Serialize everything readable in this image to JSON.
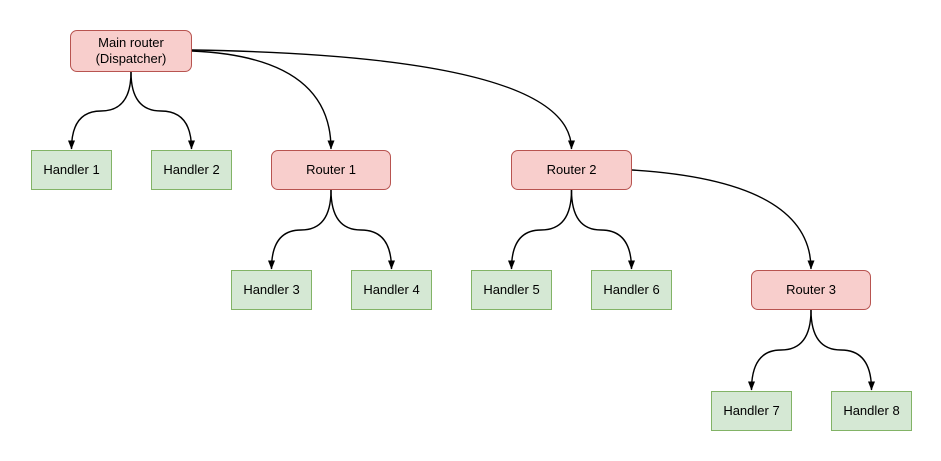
{
  "diagram": {
    "type": "tree",
    "background": "#ffffff",
    "colors": {
      "router_fill": "#f8cecc",
      "router_border": "#b85450",
      "handler_fill": "#d5e8d4",
      "handler_border": "#82b366",
      "edge": "#000000",
      "text": "#000000"
    },
    "nodes": [
      {
        "id": "main-router",
        "type": "router",
        "label": "Main router\n(Dispatcher)"
      },
      {
        "id": "handler-1",
        "type": "handler",
        "label": "Handler 1"
      },
      {
        "id": "handler-2",
        "type": "handler",
        "label": "Handler 2"
      },
      {
        "id": "router-1",
        "type": "router",
        "label": "Router 1"
      },
      {
        "id": "router-2",
        "type": "router",
        "label": "Router 2"
      },
      {
        "id": "handler-3",
        "type": "handler",
        "label": "Handler 3"
      },
      {
        "id": "handler-4",
        "type": "handler",
        "label": "Handler 4"
      },
      {
        "id": "handler-5",
        "type": "handler",
        "label": "Handler 5"
      },
      {
        "id": "handler-6",
        "type": "handler",
        "label": "Handler 6"
      },
      {
        "id": "router-3",
        "type": "router",
        "label": "Router 3"
      },
      {
        "id": "handler-7",
        "type": "handler",
        "label": "Handler 7"
      },
      {
        "id": "handler-8",
        "type": "handler",
        "label": "Handler 8"
      }
    ],
    "edges": [
      {
        "from": "main-router",
        "to": "handler-1"
      },
      {
        "from": "main-router",
        "to": "handler-2"
      },
      {
        "from": "main-router",
        "to": "router-1"
      },
      {
        "from": "main-router",
        "to": "router-2"
      },
      {
        "from": "router-1",
        "to": "handler-3"
      },
      {
        "from": "router-1",
        "to": "handler-4"
      },
      {
        "from": "router-2",
        "to": "handler-5"
      },
      {
        "from": "router-2",
        "to": "handler-6"
      },
      {
        "from": "router-2",
        "to": "router-3"
      },
      {
        "from": "router-3",
        "to": "handler-7"
      },
      {
        "from": "router-3",
        "to": "handler-8"
      }
    ]
  }
}
